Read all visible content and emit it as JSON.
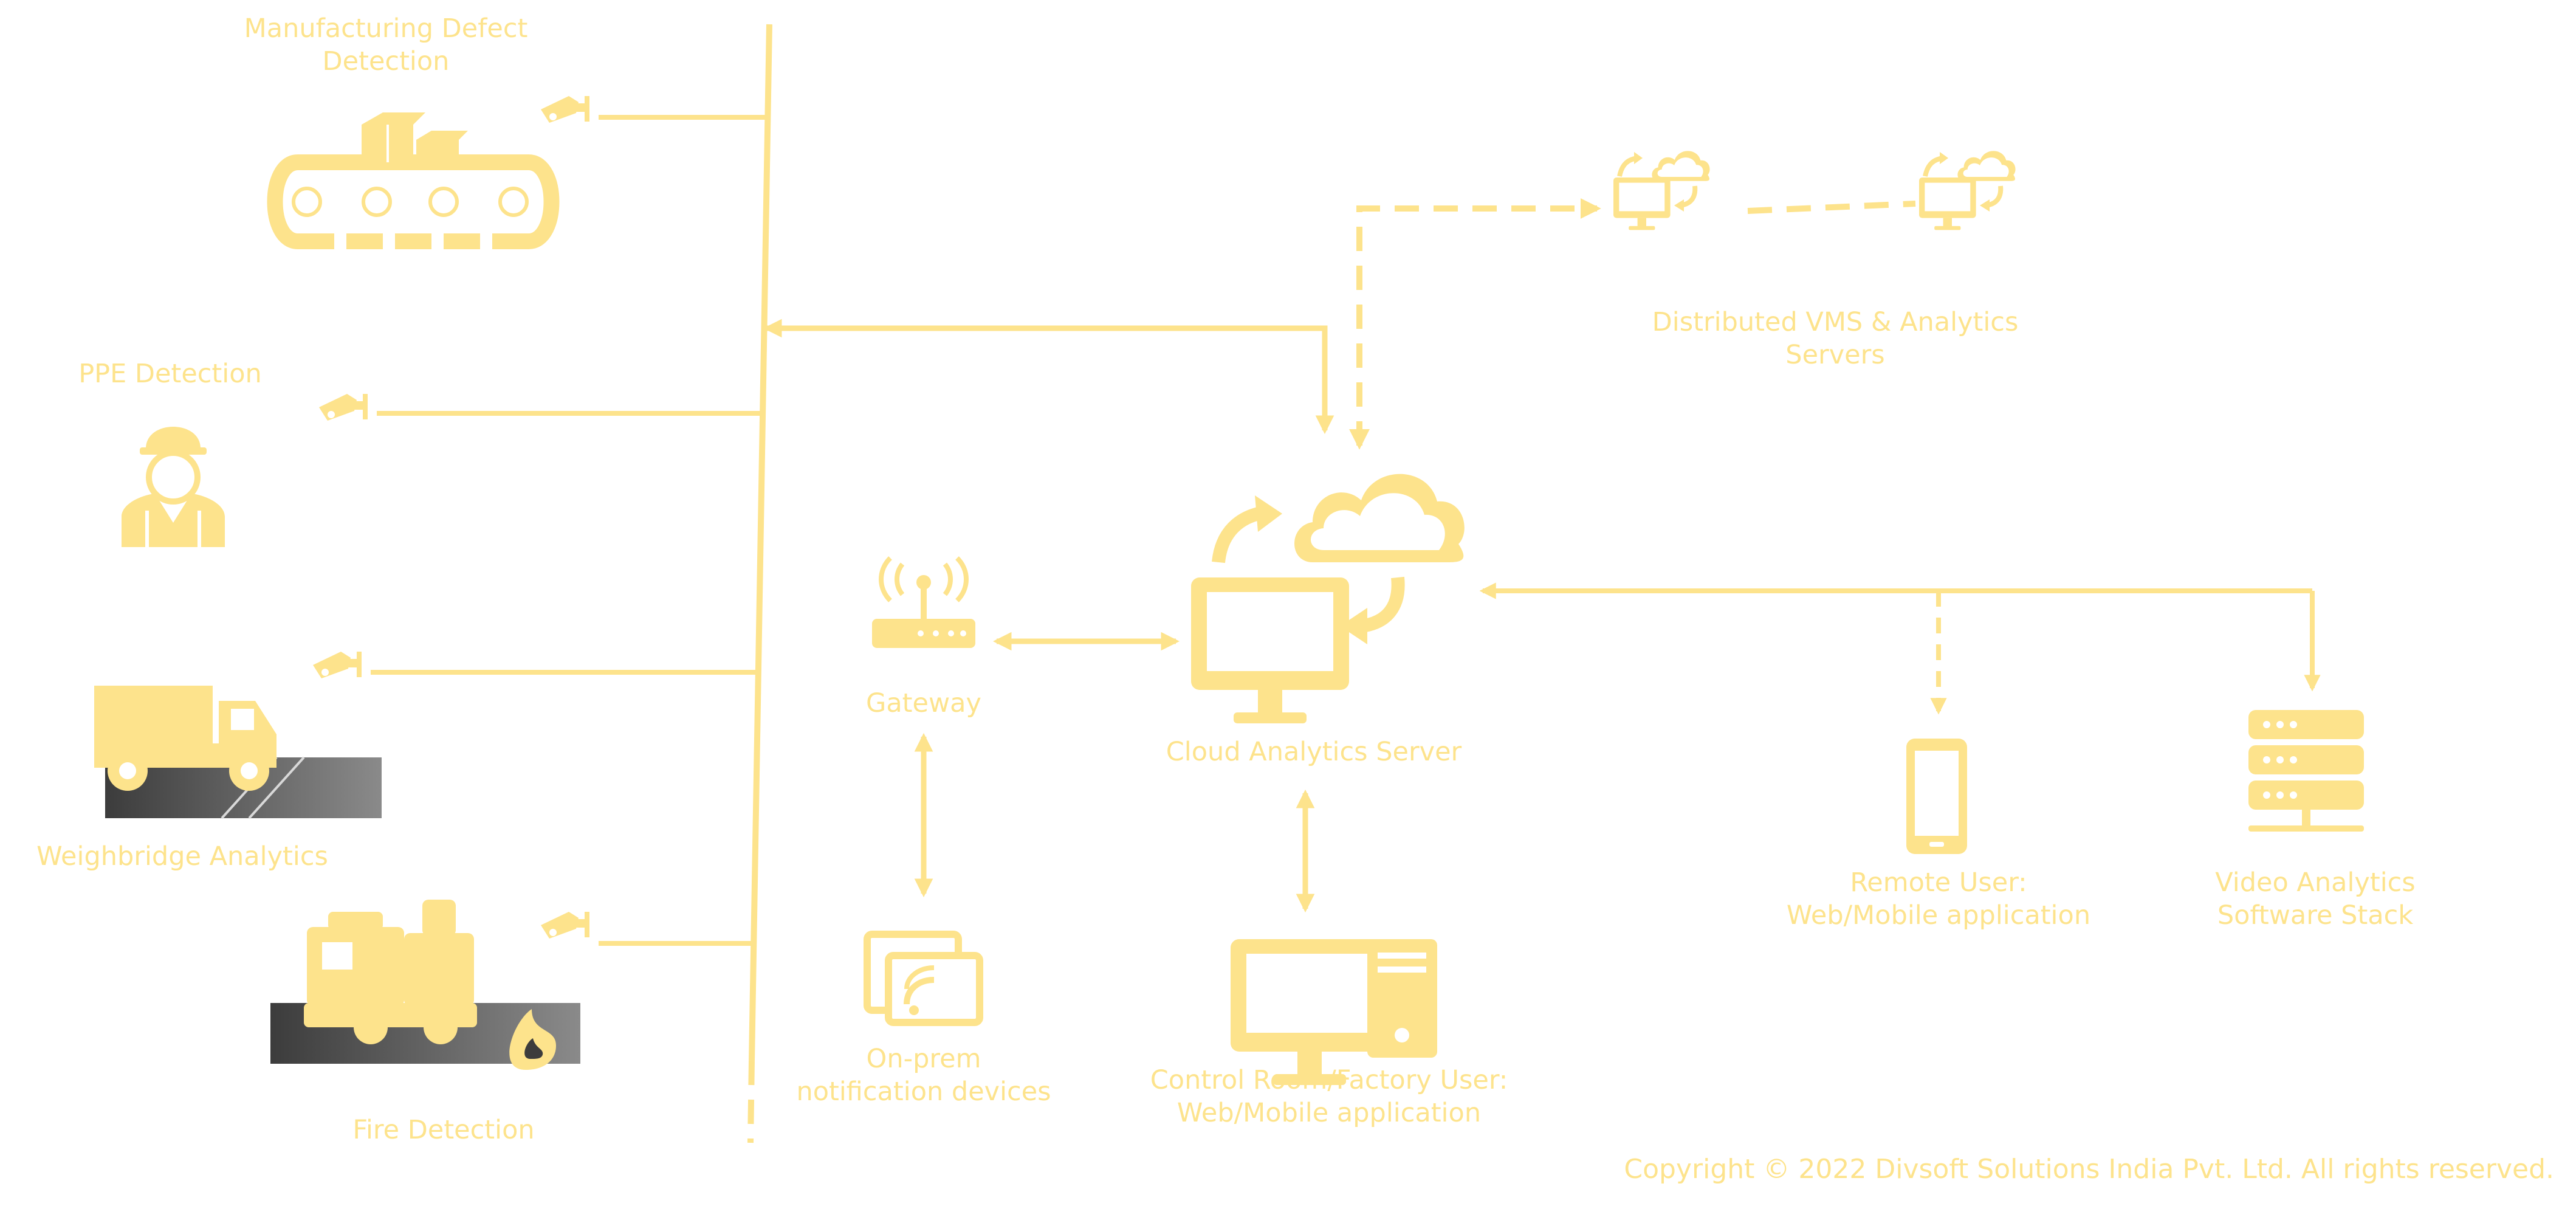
{
  "colors": {
    "accent": "#fde38c",
    "road_dark": "#4a4a4a",
    "road_light": "#8a8a8a"
  },
  "nodes": {
    "manufacturing": {
      "line1": "Manufacturing Defect",
      "line2": "Detection",
      "icon": "conveyor-belt-icon"
    },
    "ppe": {
      "line1": "PPE Detection",
      "icon": "worker-helmet-icon"
    },
    "weighbridge": {
      "line1": "Weighbridge Analytics",
      "icon": "truck-icon"
    },
    "fire": {
      "line1": "Fire Detection",
      "icon": "train-fire-icon"
    },
    "gateway": {
      "line1": "Gateway",
      "icon": "router-icon"
    },
    "onprem": {
      "line1": "On-prem",
      "line2": "notification devices",
      "icon": "cast-screen-icon"
    },
    "cloud_server": {
      "line1": "Cloud Analytics Server",
      "icon": "cloud-monitor-icon"
    },
    "control_room": {
      "line1": "Control Room/Factory User:",
      "line2": "Web/Mobile application",
      "icon": "desktop-computer-icon"
    },
    "distributed": {
      "line1": "Distributed VMS & Analytics",
      "line2": "Servers",
      "icon": "cloud-monitor-icon"
    },
    "remote_user": {
      "line1": "Remote User:",
      "line2": "Web/Mobile application",
      "icon": "smartphone-icon"
    },
    "video_stack": {
      "line1": "Video Analytics",
      "line2": "Software Stack",
      "icon": "server-rack-icon"
    }
  },
  "copyright": "Copyright © 2022 Divsoft Solutions India Pvt. Ltd. All rights reserved."
}
